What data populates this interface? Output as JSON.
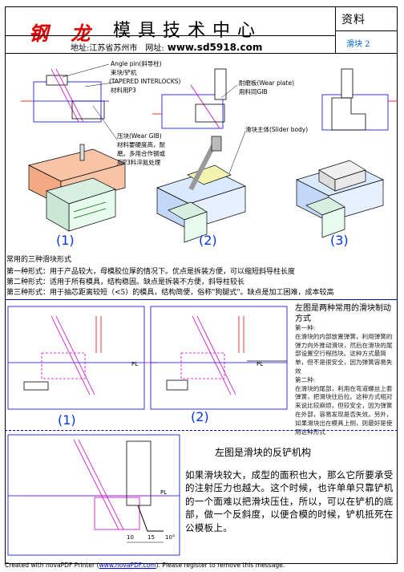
{
  "header": {
    "logo": "钢 龙",
    "title": "模具技术中心",
    "address": "地址:江苏省苏州市　网址:",
    "url": "www.sd5918.com",
    "doc_type": "资料",
    "page_label": "滑块 2"
  },
  "figures": {
    "labels": {
      "angle_pin": "Angle pin(斜导柱)",
      "locking": "束块/铲机",
      "tapered": "(TAPERED INTERLOCKS)",
      "material_p3": "材料用P3",
      "wear_plate": "耐磨板(Wear plate)",
      "wear_plate_mat": "用料同GIB",
      "slider_body": "滑块主体(Slider body)",
      "gib": "压块(Wear GIB)",
      "gib_note1": "材料要硬度高，耐",
      "gib_note2": "磨。多用合作钢或",
      "gib_note3": "用P3料淬氮处理"
    },
    "captions": [
      "(1)",
      "(2)",
      "(3)"
    ]
  },
  "forms": {
    "heading": "常用的三种滑块形式",
    "line1": "第一种形式：用于产品较大，母模胶位厚的情况下。优点是拆装方便，可以缩短斜导柱长度",
    "line2": "第二种形式：适用于所有模具，结构稳固。缺点是拆装不方便，斜导柱较长",
    "line3": "第三种形式：用于抽芯距离较短（<5）的模具，结构简便，俗称\"狗腿式\"。缺点是加工困难，成本较高"
  },
  "stop": {
    "pl": "PL",
    "captions": [
      "(1)",
      "(2)"
    ],
    "head": "左图是两种常用的滑块制动方式",
    "type1": "第一种:",
    "p1": "在滑块的内部放置弹簧，利用弹簧的弹力向外推动滑块，然后在滑块的尾部设置空行程挡块。这种方式最简单，但不是很安全，因为弹簧容易失效",
    "type2": "第二种:",
    "p2": "在滑块的尾部，利用在弯道螺丝上套弹簧，把滑块往后拉。这种方式相对来说比较麻烦，但较安全，因为弹簧在外部，容易发现是否失效。另外，如果滑块出在模具上侧，则最好是使用这种形式"
  },
  "reverse": {
    "title": "左图是滑块的反铲机构",
    "body": "如果滑块较大，成型的面积也大，那么它所要承受的注射压力也越大。这个时候，也许单单只靠铲机的一个面难以把滑块压住，所以，可以在铲机的底部，做一个反斜度，以便合模的时候，铲机抵死在公模板上。",
    "pl": "PL",
    "dim_a": "10",
    "dim_b": "15",
    "dim_c": "10°"
  },
  "footer": {
    "pre": "Created with novaPDF Printer (",
    "link": "www.novaPDF.com",
    "post": "). Please register to remove this message."
  }
}
